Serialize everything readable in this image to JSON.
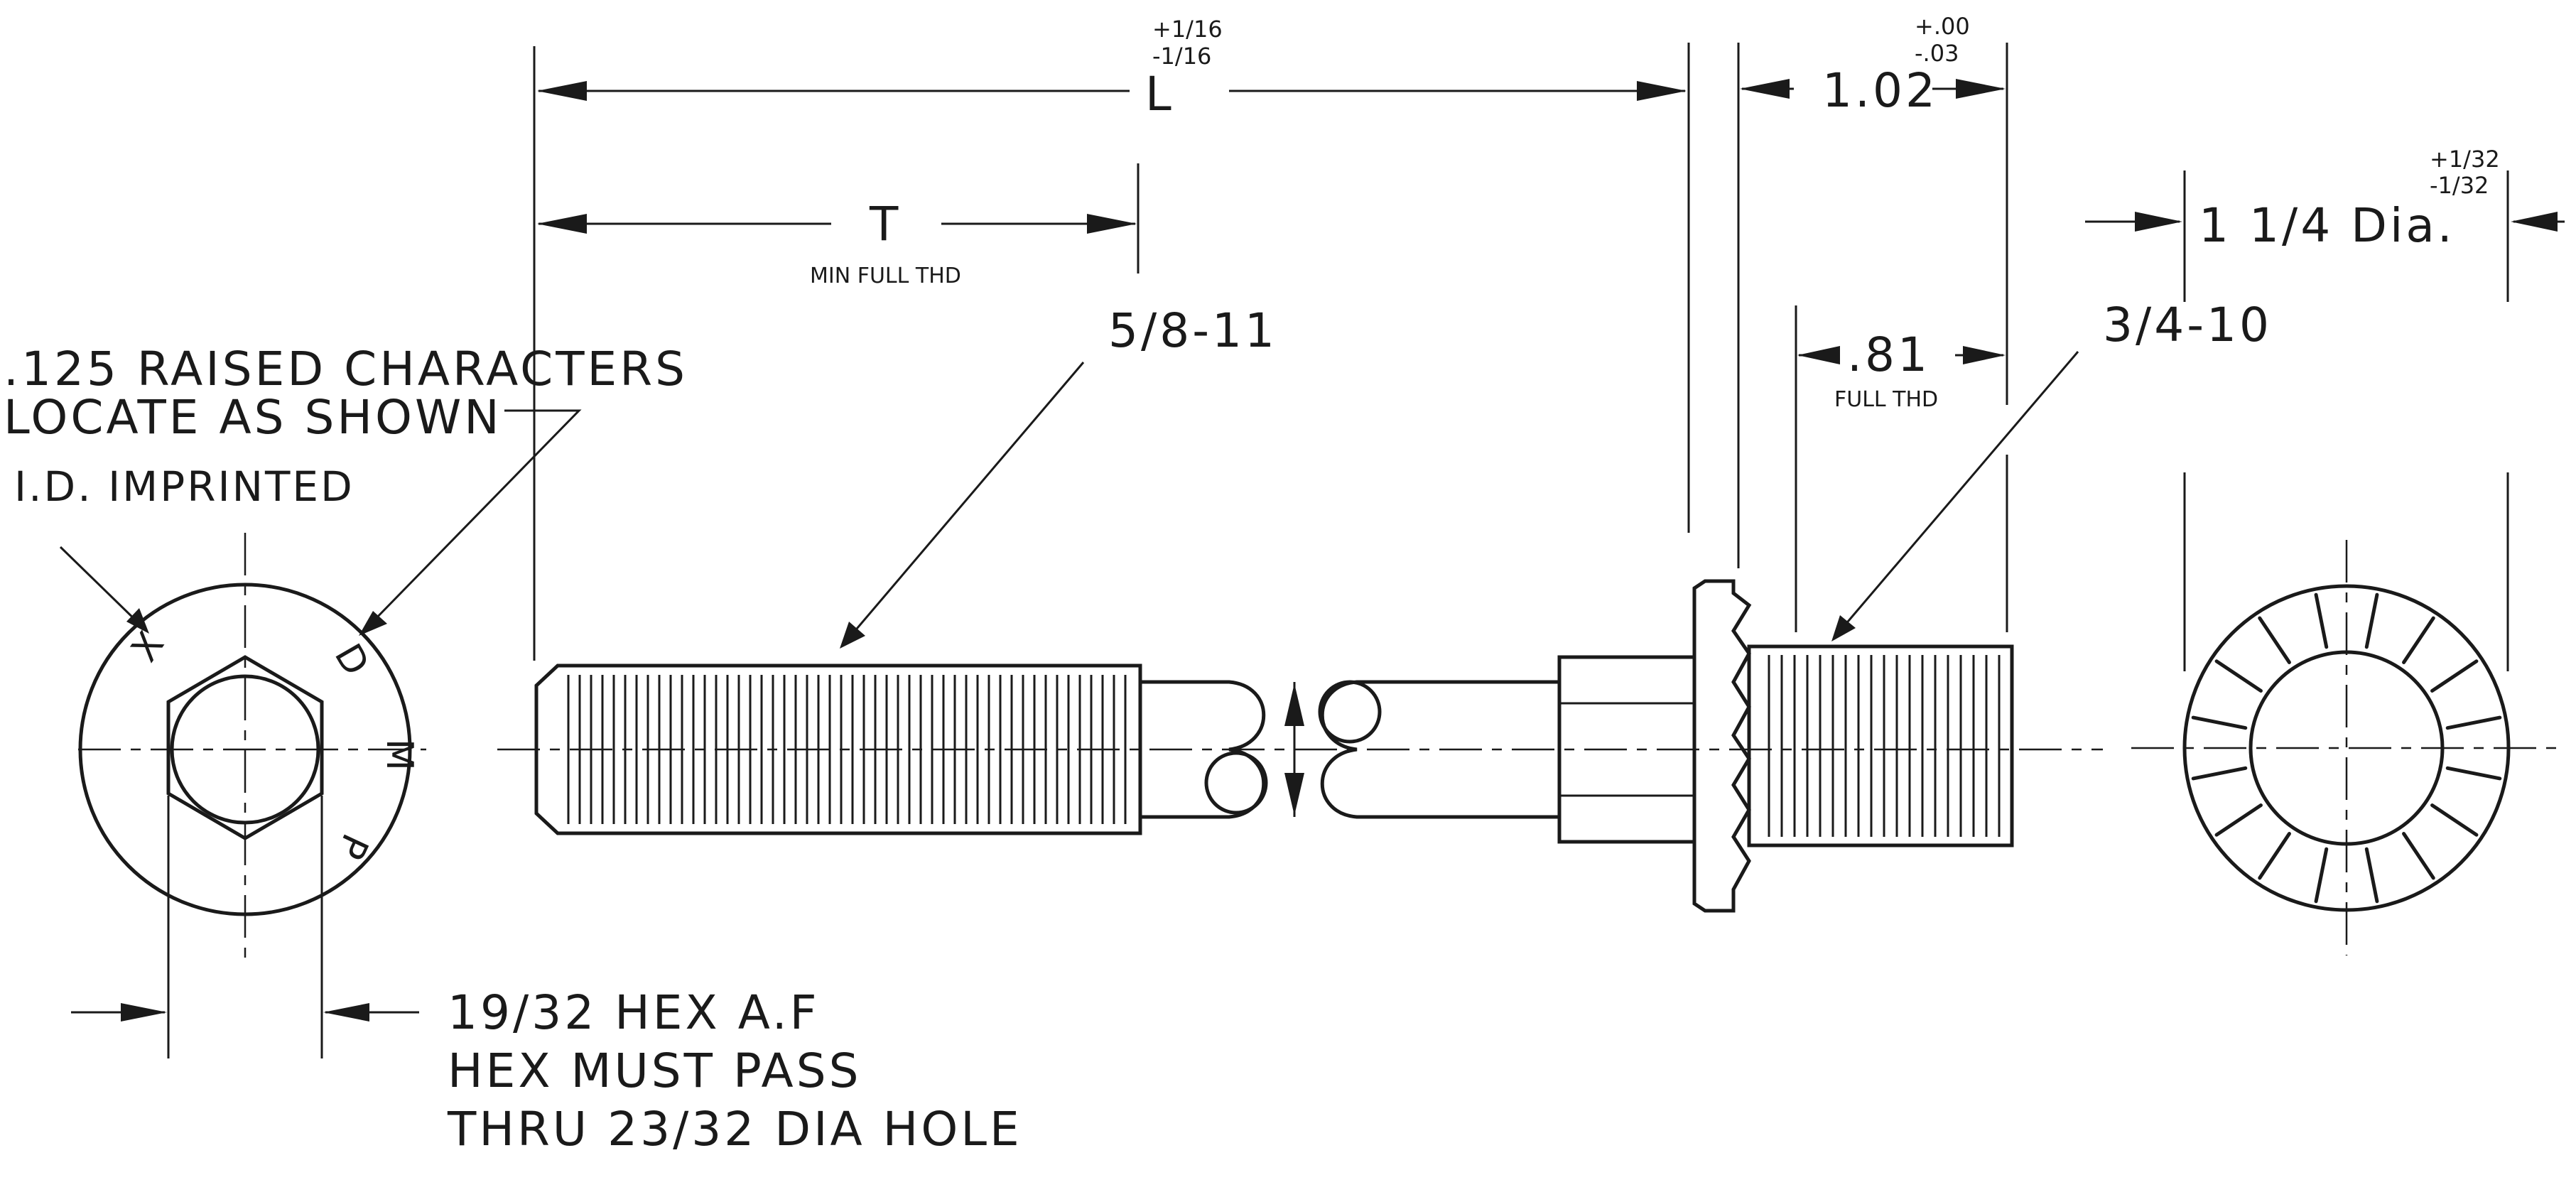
{
  "dimensions": {
    "overall_length": {
      "symbol": "L",
      "tol_plus": "+1/16",
      "tol_minus": "-1/16"
    },
    "thread_length": {
      "symbol": "T",
      "note": "MIN FULL THD"
    },
    "head_length": {
      "value": "1.02",
      "tol_plus": "+.00",
      "tol_minus": "-.03"
    },
    "head_thread": {
      "value": ".81",
      "note": "FULL THD"
    },
    "diameter": {
      "value": "1 1/4 Dia.",
      "tol_plus": "+1/32",
      "tol_minus": "-1/32"
    }
  },
  "threads": {
    "small_end": "5/8-11",
    "large_end": "3/4-10"
  },
  "end_view_notes": {
    "raised_characters_line1": ".125 RAISED CHARACTERS",
    "raised_characters_line2": "LOCATE AS SHOWN",
    "id_imprinted": "I.D. IMPRINTED",
    "hex_line1": "19/32 HEX A.F",
    "hex_line2": "HEX MUST PASS",
    "hex_line3": "THRU 23/32 DIA HOLE"
  },
  "imprint_characters": [
    "X",
    "D",
    "M",
    "P"
  ]
}
